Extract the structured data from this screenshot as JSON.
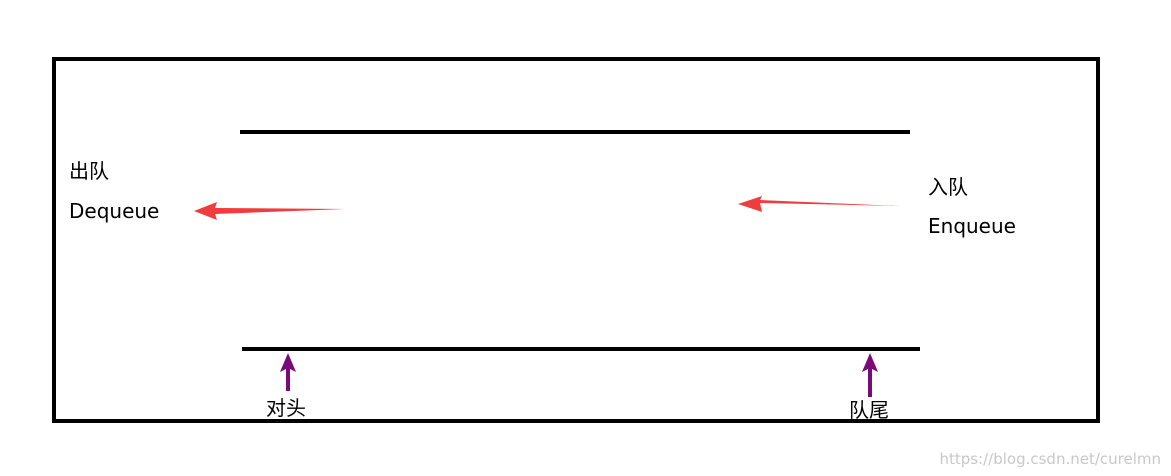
{
  "labels": {
    "dequeue_cn": "出队",
    "dequeue_en": "Dequeue",
    "enqueue_cn": "入队",
    "enqueue_en": "Enqueue",
    "head": "对头",
    "tail": "队尾"
  },
  "watermark": "https://blog.csdn.net/curelmn",
  "colors": {
    "frame": "#000000",
    "rail": "#000000",
    "flow_arrow": "#f03c3c",
    "pointer_arrow": "#7a0a7a",
    "text": "#000000",
    "watermark": "#c8c8c8"
  }
}
